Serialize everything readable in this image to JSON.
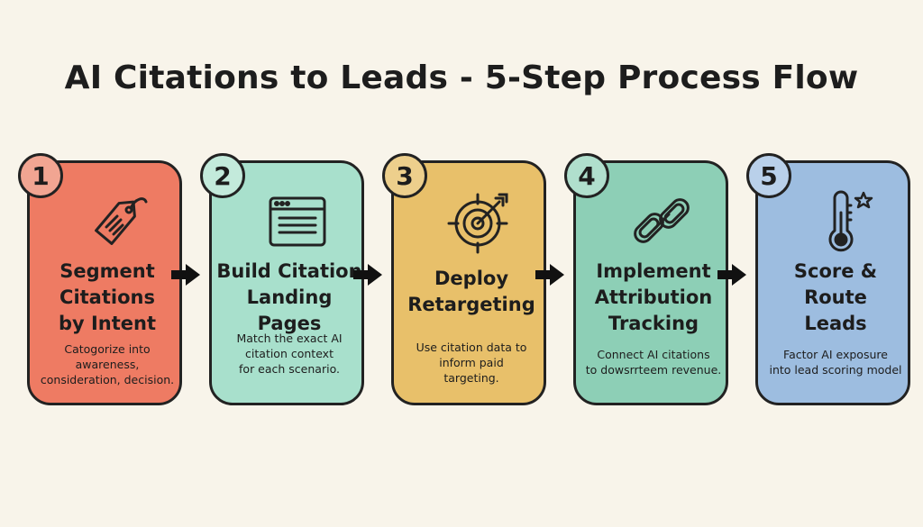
{
  "title": "AI Citations to Leads - 5-Step Process Flow",
  "colors": {
    "background": "#f8f4ea",
    "outline": "#222222",
    "step1": "#ee7b63",
    "step1_badge": "#f1a592",
    "step2": "#a8e0cc",
    "step2_badge": "#c3eadb",
    "step3": "#e8c06a",
    "step3_badge": "#edcf8c",
    "step4": "#8dcfb6",
    "step4_badge": "#b0dfcd",
    "step5": "#9dbde0",
    "step5_badge": "#b9d0ea"
  },
  "steps": [
    {
      "number": "1",
      "icon": "tag-icon",
      "heading": [
        "Segment",
        "Citations",
        "by Intent"
      ],
      "description": [
        "Catogorize into",
        "awareness,",
        "consideration, decision."
      ]
    },
    {
      "number": "2",
      "icon": "browser-window-icon",
      "heading": [
        "Build Citation",
        "Landing Pages"
      ],
      "description": [
        "Match the exact AI",
        "citation context",
        "for each scenario."
      ]
    },
    {
      "number": "3",
      "icon": "target-icon",
      "heading": [
        "Deploy",
        "Retargeting"
      ],
      "description": [
        "Use citation data to",
        "inform paid",
        "targeting."
      ]
    },
    {
      "number": "4",
      "icon": "chain-link-icon",
      "heading": [
        "Implement",
        "Attribution",
        "Tracking"
      ],
      "description": [
        "Connect AI citations",
        "to dowsrrteem revenue."
      ]
    },
    {
      "number": "5",
      "icon": "thermometer-star-icon",
      "heading": [
        "Score &",
        "Route",
        "Leads"
      ],
      "description": [
        "Factor AI exposure",
        "into lead scoring model"
      ]
    }
  ]
}
